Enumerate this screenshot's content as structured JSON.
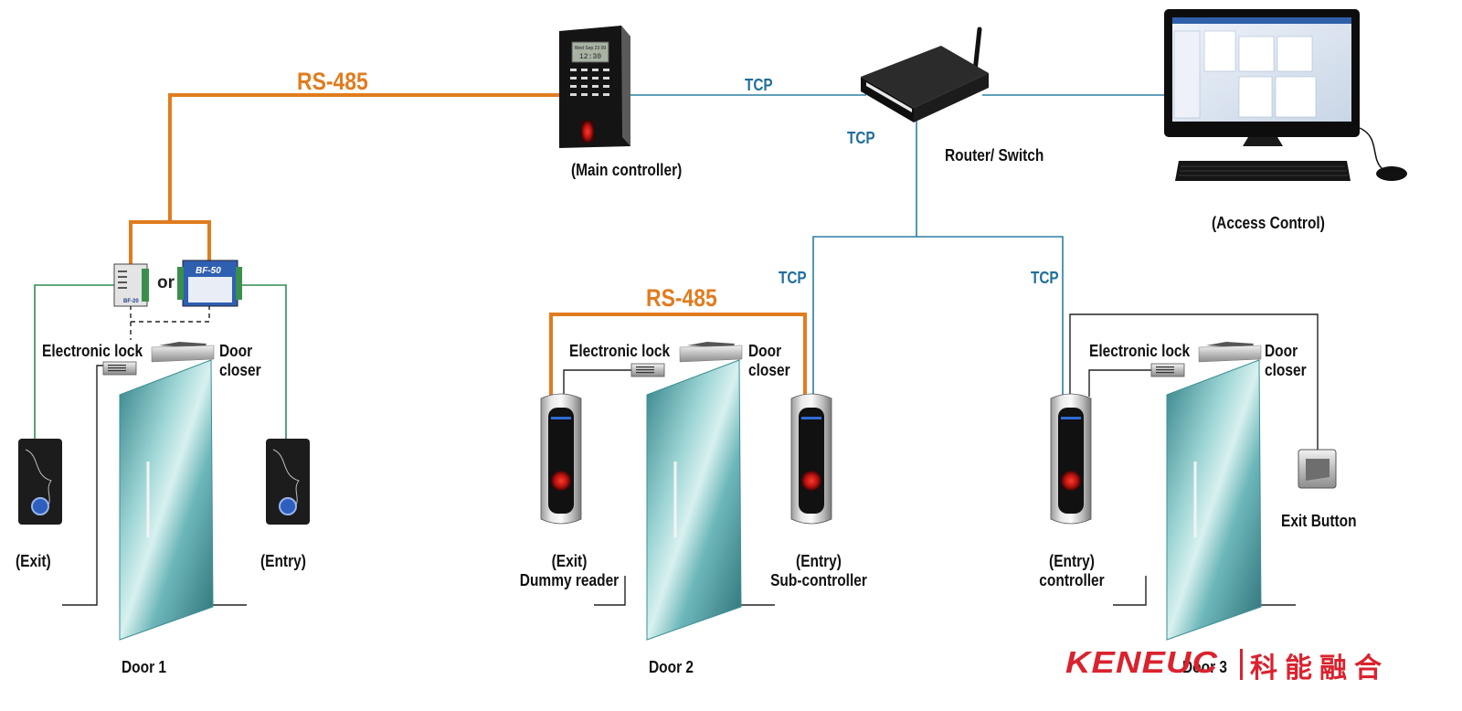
{
  "labels": {
    "rs485_top": "RS-485",
    "rs485_mid": "RS-485",
    "tcp_main": "TCP",
    "tcp_router": "TCP",
    "tcp_door2": "TCP",
    "tcp_door3": "TCP",
    "main_controller": "(Main controller)",
    "router_switch": "Router/ Switch",
    "access_control": "(Access Control)",
    "or": "or",
    "door1": {
      "electronic_lock": "Electronic lock",
      "door_closer": "Door\ncloser",
      "exit": "(Exit)",
      "entry": "(Entry)",
      "name": "Door 1"
    },
    "door2": {
      "electronic_lock": "Electronic lock",
      "door_closer": "Door\ncloser",
      "exit": "(Exit)\nDummy reader",
      "entry": "(Entry)\nSub-controller",
      "name": "Door 2"
    },
    "door3": {
      "electronic_lock": "Electronic lock",
      "door_closer": "Door\ncloser",
      "entry": "(Entry)\ncontroller",
      "exit_button": "Exit Button",
      "name": "Door 3"
    }
  },
  "device_labels": {
    "controller_display": "Wed Sep 23 09\n12:30",
    "bf20": "BF-20",
    "bf50": "BF-50"
  },
  "logo": {
    "latin": "KENEUC",
    "cjk": "科能融合"
  },
  "colors": {
    "rs485": "#e07c1f",
    "tcp": "#2a7fa2",
    "wiring": "#2e8b57",
    "control_wire": "#222222",
    "logo": "#d9232e"
  }
}
